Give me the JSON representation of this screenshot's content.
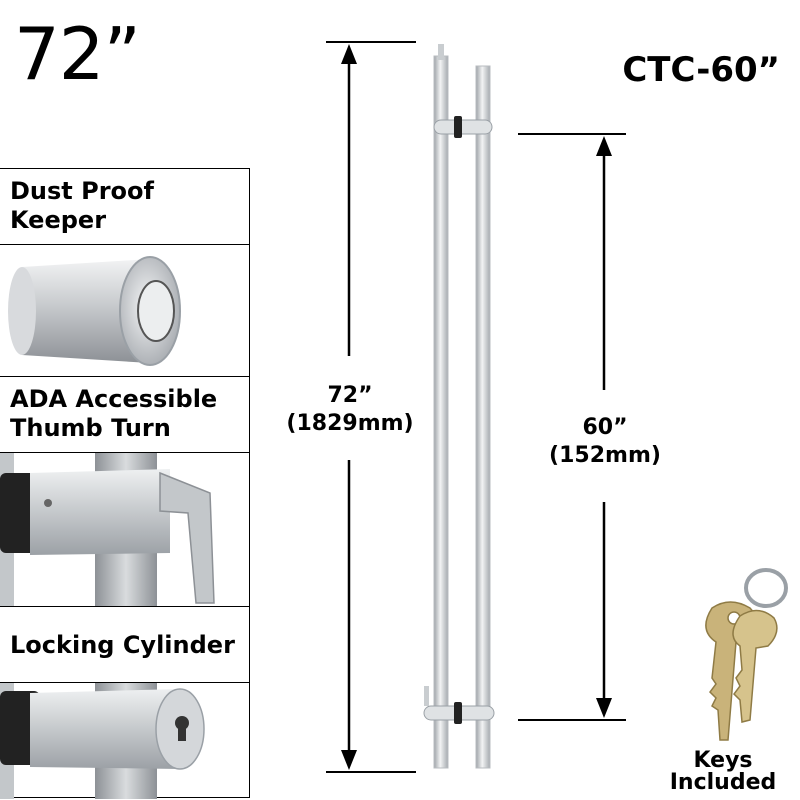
{
  "header": {
    "size_title": "72”",
    "model": "CTC-60”"
  },
  "features": [
    {
      "label": "Dust Proof Keeper"
    },
    {
      "label": "ADA Accessible Thumb Turn"
    },
    {
      "label": "Locking Cylinder"
    }
  ],
  "dimensions": {
    "overall": {
      "inch": "72”",
      "mm": "(1829mm)"
    },
    "center_to_center": {
      "inch": "60”",
      "mm": "(152mm)"
    }
  },
  "keys": {
    "line1": "Keys",
    "line2": "Included"
  },
  "colors": {
    "metal_light": "#e6e8ea",
    "metal_mid": "#b9bdc1",
    "metal_dark": "#8d9196",
    "brass": "#c9b37a",
    "ring": "#9aa0a6",
    "ink": "#000000"
  }
}
